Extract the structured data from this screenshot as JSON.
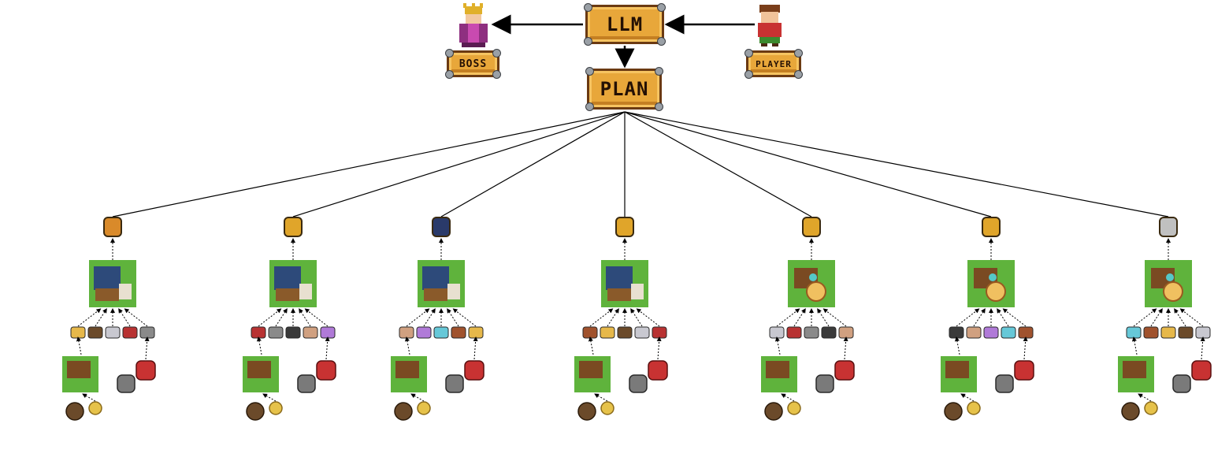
{
  "llm_label": "LLM",
  "plan_label": "PLAN",
  "boss_label": "BOSS",
  "player_label": "PLAYER",
  "colors": {
    "sign_fill": "#e8a73a",
    "sign_border": "#6b3a12",
    "workshop_grass": "#5fb33c",
    "edge": "#000000"
  },
  "goal_items": [
    {
      "icon": "shield-icon",
      "workshop": "forge"
    },
    {
      "icon": "gold-armor-icon",
      "workshop": "forge"
    },
    {
      "icon": "leggings-icon",
      "workshop": "forge"
    },
    {
      "icon": "boots-icon",
      "workshop": "forge"
    },
    {
      "icon": "amulet-icon",
      "workshop": "alchemy"
    },
    {
      "icon": "ring-icon",
      "workshop": "alchemy"
    },
    {
      "icon": "gem-ring-icon",
      "workshop": "alchemy"
    }
  ]
}
